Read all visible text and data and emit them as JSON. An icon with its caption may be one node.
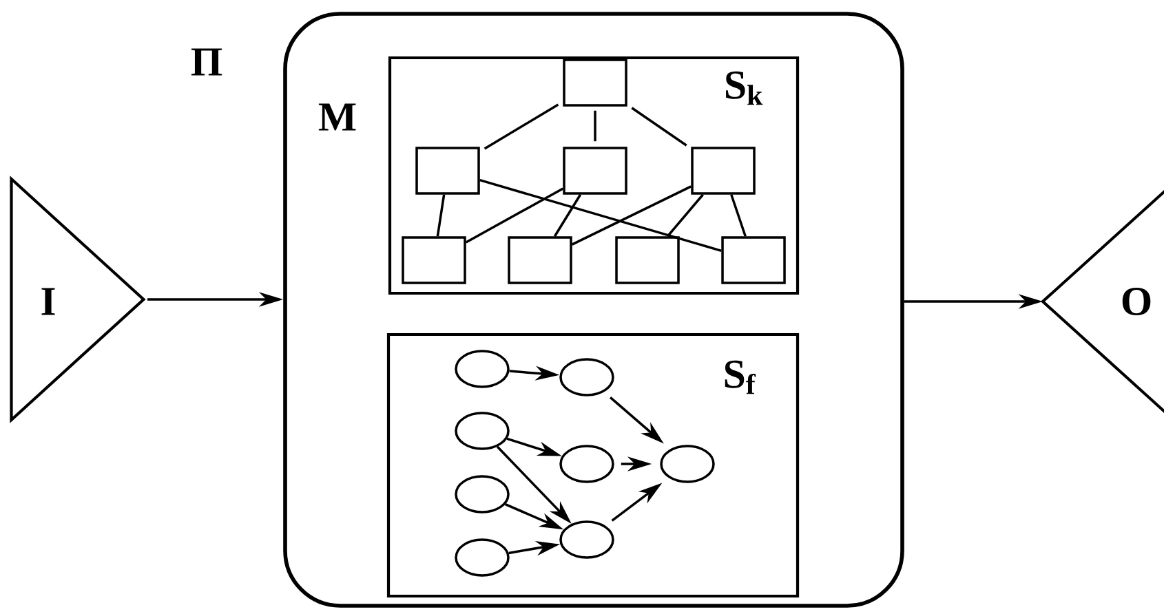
{
  "diagram": {
    "nodes": [
      {
        "text": [
          "I"
        ]
      },
      {
        "text": [
          "M"
        ],
        "beside": [
          "Π"
        ]
      },
      {
        "text": [
          "S$_{k}$"
        ],
        "in": 1
      },
      {
        "text": [],
        "shape": "box",
        "in": 2
      },
      {
        "text": [],
        "shape": "box",
        "in": 2
      },
      {
        "text": [],
        "shape": "box",
        "in": 2
      },
      {
        "text": [],
        "shape": "box",
        "in": 2
      },
      {
        "text": [],
        "shape": "box",
        "in": 2
      },
      {
        "text": [],
        "shape": "box",
        "in": 2
      },
      {
        "text": [],
        "shape": "box",
        "in": 2
      },
      {
        "text": [],
        "shape": "box",
        "in": 2
      },
      {
        "text": [
          "S$_{f}$"
        ],
        "in": 1
      },
      {
        "text": [],
        "shape": "ellipse",
        "in": 11
      },
      {
        "text": [],
        "shape": "ellipse",
        "in": 11
      },
      {
        "text": [],
        "shape": "ellipse",
        "in": 11
      },
      {
        "text": [],
        "shape": "ellipse",
        "in": 11
      },
      {
        "text": [],
        "shape": "ellipse",
        "in": 11
      },
      {
        "text": [],
        "shape": "ellipse",
        "in": 11
      },
      {
        "text": [],
        "shape": "ellipse",
        "in": 11
      },
      {
        "text": [],
        "shape": "ellipse",
        "in": 11
      },
      {
        "text": [
          "O"
        ]
      }
    ],
    "edges": [
      {
        "from": 0,
        "to": 1,
        "arrow": "to"
      },
      {
        "from": 1,
        "to": 20,
        "arrow": "to"
      },
      {
        "from": 3,
        "to": 4,
        "arrow": "none"
      },
      {
        "from": 3,
        "to": 5,
        "arrow": "none"
      },
      {
        "from": 3,
        "to": 6,
        "arrow": "none"
      },
      {
        "from": 4,
        "to": 7,
        "arrow": "none"
      },
      {
        "from": 4,
        "to": 10,
        "arrow": "none"
      },
      {
        "from": 5,
        "to": 7,
        "arrow": "none"
      },
      {
        "from": 5,
        "to": 8,
        "arrow": "none"
      },
      {
        "from": 6,
        "to": 8,
        "arrow": "none"
      },
      {
        "from": 6,
        "to": 9,
        "arrow": "none"
      },
      {
        "from": 6,
        "to": 10,
        "arrow": "none"
      },
      {
        "from": 12,
        "to": 13,
        "arrow": "to"
      },
      {
        "from": 13,
        "to": 16,
        "arrow": "to"
      },
      {
        "from": 14,
        "to": 15,
        "arrow": "to"
      },
      {
        "from": 14,
        "to": 18,
        "arrow": "to"
      },
      {
        "from": 15,
        "to": 16,
        "arrow": "to"
      },
      {
        "from": 17,
        "to": 18,
        "arrow": "to"
      },
      {
        "from": 19,
        "to": 18,
        "arrow": "to"
      },
      {
        "from": 18,
        "to": 16,
        "arrow": "to"
      }
    ]
  }
}
